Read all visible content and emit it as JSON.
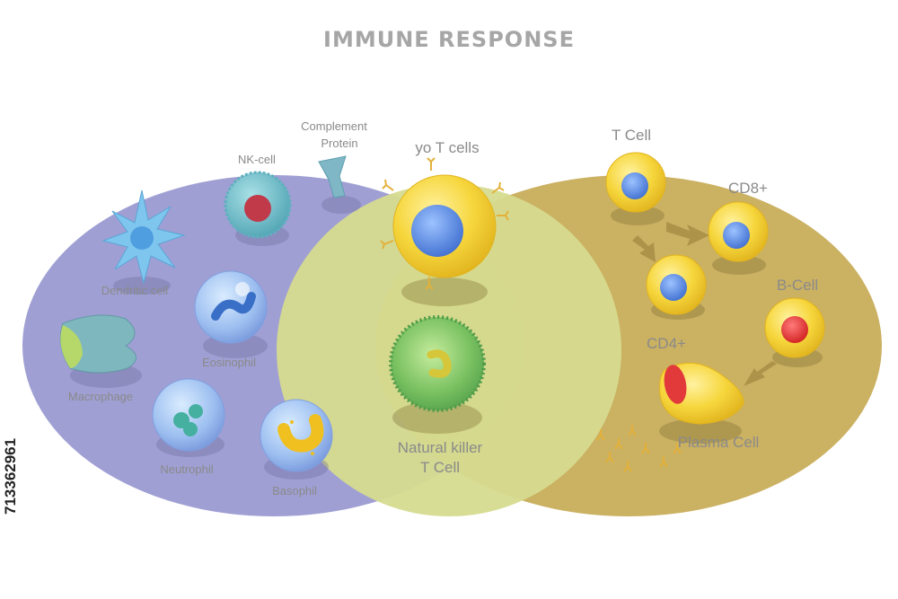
{
  "title": "IMMUNE RESPONSE",
  "stock_id": "713362961",
  "colors": {
    "innate": "#9a9ad2",
    "overlap": "#d4d98c",
    "adaptive": "#c8ad5a",
    "cell_yellow": "#f5d33a",
    "nucleus_blue": "#5b8fe0",
    "nucleus_red": "#e23a3a"
  },
  "labels": {
    "complement_protein_line1": "Complement",
    "complement_protein_line2": "Protein",
    "nk_cell": "NK-cell",
    "dendritic_cell": "Dendritic cell",
    "eosinophil": "Eosinophil",
    "macrophage": "Macrophage",
    "neutrophil": "Neutrophil",
    "basophil": "Basophil",
    "gamma_delta_t_cells": "yo T cells",
    "natural_killer_line1": "Natural killer",
    "natural_killer_line2": "T Cell",
    "t_cell": "T Cell",
    "cd8": "CD8+",
    "b_cell": "B-Cell",
    "cd4": "CD4+",
    "plasma_cell": "Plasma Cell"
  }
}
